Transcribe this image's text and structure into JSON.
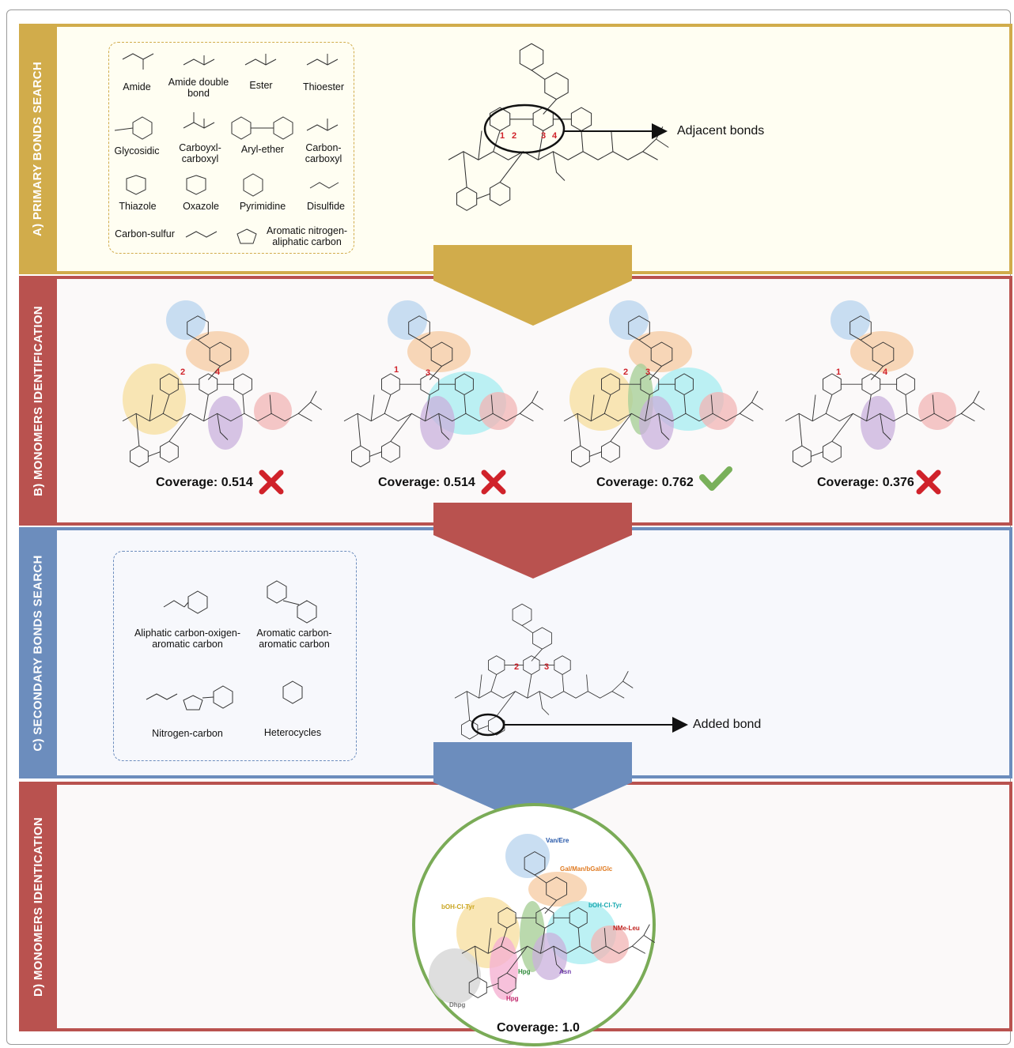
{
  "panels": {
    "a_title": "A) PRIMARY BONDS SEARCH",
    "b_title": "B) MONOMERS IDENTIFICATION",
    "c_title": "C) SECONDARY BONDS SEARCH",
    "d_title": "D) MONOMERS IDENTICATION"
  },
  "primary_bonds": [
    "Amide",
    "Amide double bond",
    "Ester",
    "Thioester",
    "Glycosidic",
    "Carboyxl-carboxyl",
    "Aryl-ether",
    "Carbon-carboxyl",
    "Thiazole",
    "Oxazole",
    "Pyrimidine",
    "Disulfide",
    "Carbon-sulfur",
    "Aromatic nitrogen-aliphatic carbon"
  ],
  "adjacent_label": "Adjacent bonds",
  "bond_numbers": [
    "1",
    "2",
    "3",
    "4"
  ],
  "candidates": [
    {
      "coverage": "Coverage: 0.514",
      "status": "rejected",
      "numbers": [
        "2",
        "4"
      ]
    },
    {
      "coverage": "Coverage: 0.514",
      "status": "rejected",
      "numbers": [
        "1",
        "3"
      ]
    },
    {
      "coverage": "Coverage: 0.762",
      "status": "accepted",
      "numbers": [
        "2",
        "3"
      ]
    },
    {
      "coverage": "Coverage: 0.376",
      "status": "rejected",
      "numbers": [
        "1",
        "4"
      ]
    }
  ],
  "secondary_bonds": [
    "Aliphatic carbon-oxigen-aromatic carbon",
    "Aromatic carbon-aromatic carbon",
    "Nitrogen-carbon",
    "Heterocycles"
  ],
  "added_label": "Added bond",
  "c_numbers": [
    "2",
    "3"
  ],
  "monomers": {
    "van": "Van/Ere",
    "gal": "Gal/Man/bGal/Glc",
    "tyr1": "bOH-Cl-Tyr",
    "tyr2": "bOH-Cl-Tyr",
    "leu": "NMe-Leu",
    "hpg1": "Hpg",
    "asn": "Asn",
    "dhpg": "Dhpg",
    "hpg2": "Hpg"
  },
  "final_coverage": "Coverage: 1.0",
  "colors": {
    "gold": "#d1ac4b",
    "red": "#b9524f",
    "blue": "#6c8dbd",
    "green": "#7aab57",
    "check": "#79b05a",
    "cross": "#d0222a"
  },
  "icons": [
    "arrow-right-icon",
    "check-icon",
    "cross-icon",
    "chevron-down-icon"
  ]
}
